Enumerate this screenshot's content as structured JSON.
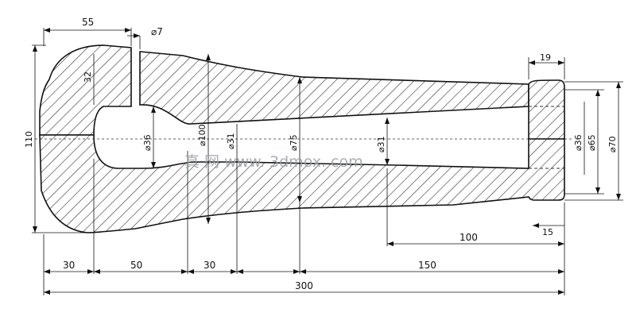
{
  "drawing": {
    "dimensions": {
      "d55": "55",
      "d7": "⌀7",
      "d32": "32",
      "d110": "110",
      "d36_left": "⌀36",
      "d100": "⌀100",
      "d31_left": "⌀31",
      "d75": "⌀75",
      "d31_mid": "⌀31",
      "d19": "19",
      "d36_right": "⌀36",
      "d65": "⌀65",
      "d70": "⌀70",
      "d15": "15",
      "d100_len": "100",
      "d150": "150",
      "d30_a": "30",
      "d50": "50",
      "d30_b": "30",
      "d300": "300"
    },
    "watermark": "真 网 www. 3dmox. com"
  }
}
